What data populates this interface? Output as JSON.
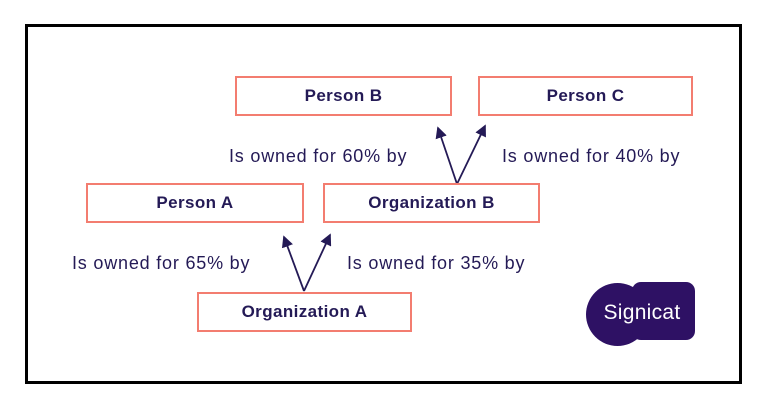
{
  "diagram": {
    "boxes": [
      {
        "id": "person-b",
        "label": "Person B"
      },
      {
        "id": "person-c",
        "label": "Person C"
      },
      {
        "id": "person-a",
        "label": "Person A"
      },
      {
        "id": "organization-b",
        "label": "Organization B"
      },
      {
        "id": "organization-a",
        "label": "Organization A"
      }
    ],
    "edges": [
      {
        "from": "Organization B",
        "to": "Person B",
        "percent": 60,
        "label": "Is owned for 60% by"
      },
      {
        "from": "Organization B",
        "to": "Person C",
        "percent": 40,
        "label": "Is owned for 40% by"
      },
      {
        "from": "Organization A",
        "to": "Person A",
        "percent": 65,
        "label": "Is owned for 65% by"
      },
      {
        "from": "Organization A",
        "to": "Organization B",
        "percent": 35,
        "label": "Is owned for 35% by"
      }
    ],
    "colors": {
      "box_border": "#f37d70",
      "text": "#241a56",
      "arrow": "#241a56",
      "frame": "#000000",
      "logo_purple": "#2e1164",
      "background": "#ffffff"
    }
  },
  "logo": {
    "text": "Signicat"
  }
}
